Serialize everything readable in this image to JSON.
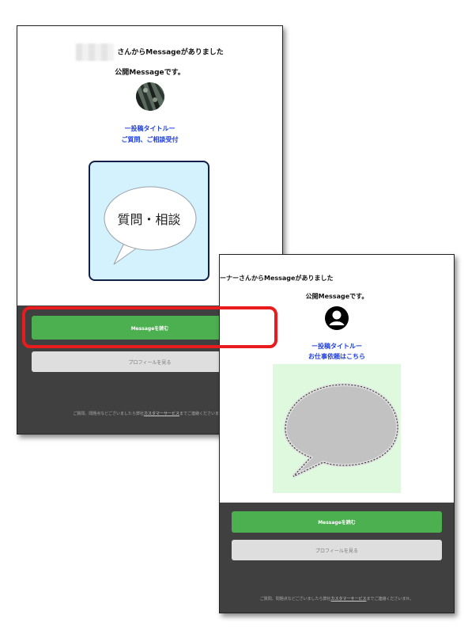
{
  "card1": {
    "header_suffix": "さんからMessageがありました",
    "public_message": "公開Messageです。",
    "post_title": "ー投稿タイトルー",
    "post_subtitle": "ご質問、ご相談受付",
    "bubble_text": "質問・相談",
    "read_button": "Messageを読む",
    "profile_button": "プロフィールを見る",
    "footer_before": "ご質問、問題点などございましたら弊社",
    "footer_link": "カスタマーサービス",
    "footer_after": "までご連絡くださいませ。"
  },
  "card2": {
    "header_suffix": "ーナーさんからMessageがありました",
    "public_message": "公開Messageです。",
    "post_title": "ー投稿タイトルー",
    "post_subtitle": "お仕事依頼はこちら",
    "read_button": "Messageを読む",
    "profile_button": "プロフィールを見る",
    "footer_before": "ご質問、問題点などございましたら弊社",
    "footer_link": "カスタマーサービス",
    "footer_after": "までご連絡くださいませ。"
  },
  "icons": {
    "avatar1": "avatar-photo",
    "avatar2": "user-icon",
    "bubble": "speech-bubble-icon"
  },
  "colors": {
    "accent_green": "#4caf50",
    "highlight_red": "#e81c1c",
    "title_blue": "#1f3fe0",
    "footer_bg": "#404040"
  }
}
